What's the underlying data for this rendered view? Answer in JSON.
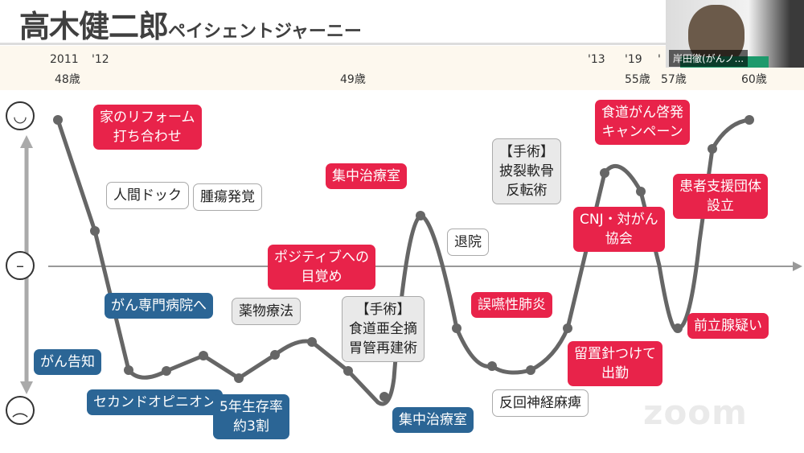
{
  "slide": {
    "title": "高木健二郎",
    "subtitle": "ペイシェントジャーニー",
    "years": [
      "2011",
      "'12",
      "'13",
      "'19",
      "'"
    ],
    "ages": [
      "48歳",
      "49歳",
      "55歳",
      "57歳",
      "60歳"
    ],
    "faces": {
      "happy": "happy-face",
      "neutral": "neutral-face",
      "sad": "sad-face"
    },
    "callouts": [
      {
        "text": "家のリフォーム\n打ち合わせ",
        "style": "red"
      },
      {
        "text": "人間ドック",
        "style": "white"
      },
      {
        "text": "腫瘍発覚",
        "style": "white"
      },
      {
        "text": "がん専門病院へ",
        "style": "blue"
      },
      {
        "text": "がん告知",
        "style": "blue"
      },
      {
        "text": "セカンドオピニオン",
        "style": "blue"
      },
      {
        "text": "5年生存率\n約3割",
        "style": "blue"
      },
      {
        "text": "薬物療法",
        "style": "gray"
      },
      {
        "text": "ポジティブへの\n目覚め",
        "style": "red"
      },
      {
        "text": "【手術】\n食道亜全摘\n胃管再建術",
        "style": "gray"
      },
      {
        "text": "集中治療室",
        "style": "red"
      },
      {
        "text": "集中治療室",
        "style": "blue"
      },
      {
        "text": "退院",
        "style": "white"
      },
      {
        "text": "誤嚥性肺炎",
        "style": "red"
      },
      {
        "text": "反回神経麻痺",
        "style": "white"
      },
      {
        "text": "【手術】\n披裂軟骨\n反転術",
        "style": "gray"
      },
      {
        "text": "留置針つけて\n出勤",
        "style": "red"
      },
      {
        "text": "CNJ・対がん\n協会",
        "style": "red"
      },
      {
        "text": "食道がん啓発\nキャンペーン",
        "style": "red"
      },
      {
        "text": "患者支援団体\n設立",
        "style": "red"
      },
      {
        "text": "前立腺疑い",
        "style": "red"
      }
    ],
    "colors": {
      "red": "#e8234a",
      "blue": "#2b6595",
      "curve": "#666666"
    }
  },
  "video": {
    "participant_name": "岸田徹(がんノ..."
  },
  "watermark": "zoom"
}
